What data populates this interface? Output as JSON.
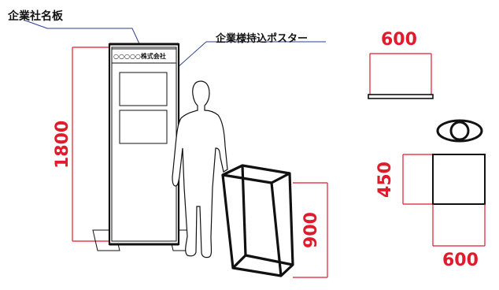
{
  "labels": {
    "company_panel": "企業社名板",
    "poster": "企業様持込ポスター",
    "company_name_sign": "○○○○○株式会社"
  },
  "dimensions": {
    "stand_height": "1800",
    "table_height": "900",
    "top_width": "600",
    "base_depth": "450",
    "base_width": "600"
  },
  "colors": {
    "dimension": "#e01b2c",
    "leader": "#2b3f8f",
    "outline": "#111111"
  }
}
